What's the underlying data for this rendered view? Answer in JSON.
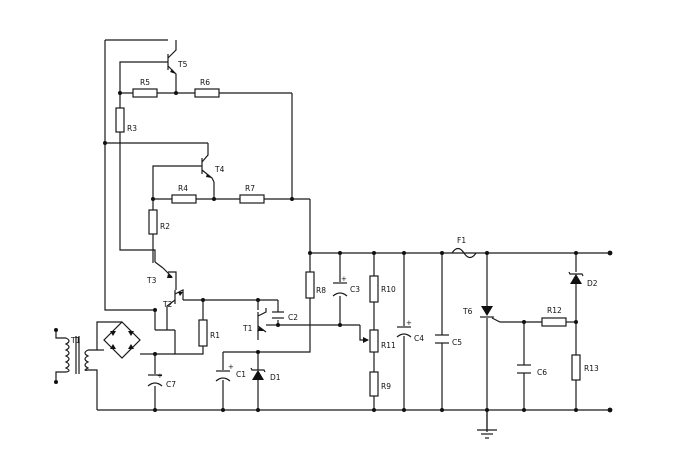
{
  "labels": {
    "T1": "T1",
    "T2": "T2",
    "T3": "T3",
    "T4": "T4",
    "T5": "T5",
    "T6": "T6",
    "R1": "R1",
    "R2": "R2",
    "R3": "R3",
    "R4": "R4",
    "R5": "R5",
    "R6": "R6",
    "R7": "R7",
    "R8": "R8",
    "R9": "R9",
    "R10": "R10",
    "R11": "R11",
    "R12": "R12",
    "R13": "R13",
    "C1": "C1",
    "C2": "C2",
    "C3": "C3",
    "C4": "C4",
    "C5": "C5",
    "C6": "C6",
    "C7": "C7",
    "D1": "D1",
    "D2": "D2",
    "F1": "F1",
    "plus": "+"
  }
}
